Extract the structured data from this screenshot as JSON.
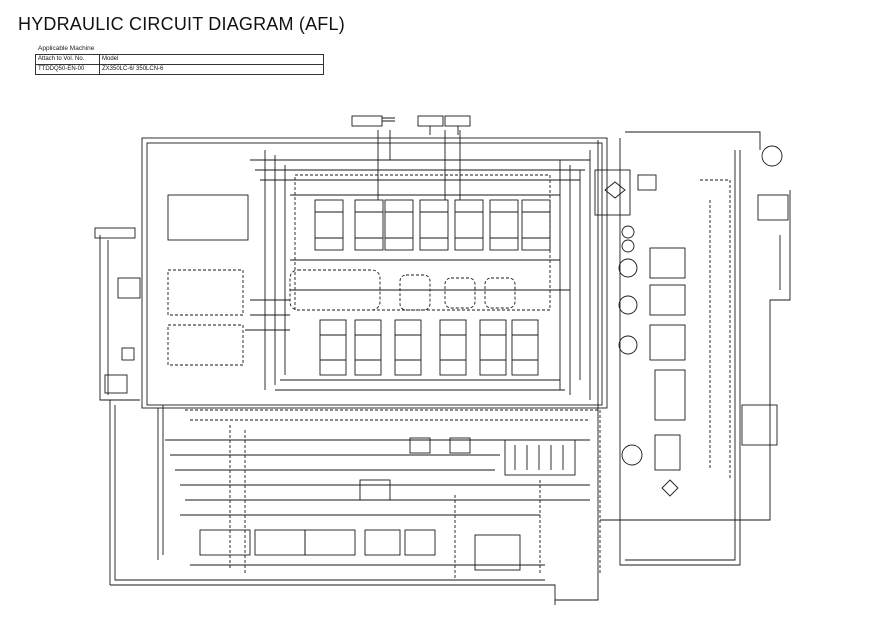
{
  "title": "HYDRAULIC CIRCUIT DIAGRAM (AFL)",
  "info": {
    "label": "Applicable Machine",
    "col1_header": "Attach to Vol. No.",
    "col2_header": "Model",
    "vol_no": "TTDDQ50-EN-00",
    "model": "ZX350LC-6/ 350LCN-6"
  },
  "colors": {
    "line": "#1a1a1a",
    "background": "#ffffff"
  }
}
